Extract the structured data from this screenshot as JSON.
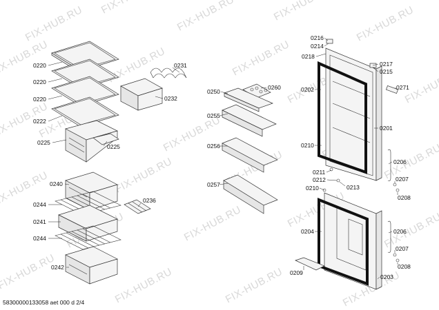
{
  "watermark": "FIX-HUB.RU",
  "footer": "58300000133058 aet 000 d 2/4",
  "labels": {
    "l0220a": "0220",
    "l0220b": "0220",
    "l0220c": "0220",
    "l0222": "0222",
    "l0225a": "0225",
    "l0225b": "0225",
    "l0231": "0231",
    "l0232": "0232",
    "l0240": "0240",
    "l0244a": "0244",
    "l0241": "0241",
    "l0244b": "0244",
    "l0242": "0242",
    "l0236": "0236",
    "l0250": "0250",
    "l0260": "0260",
    "l0255": "0255",
    "l0256": "0256",
    "l0257": "0257",
    "l0216": "0216",
    "l0214": "0214",
    "l0218": "0218",
    "l0217": "0217",
    "l0215": "0215",
    "l0202": "0202",
    "l0271": "0271",
    "l0201": "0201",
    "l0210a": "0210",
    "l0206a": "0206",
    "l0211": "0211",
    "l0212": "0212",
    "l0210b": "0210",
    "l0213": "0213",
    "l0207a": "0207",
    "l0208a": "0208",
    "l0204": "0204",
    "l0206b": "0206",
    "l0207b": "0207",
    "l0208b": "0208",
    "l0209": "0209",
    "l0203": "0203"
  }
}
